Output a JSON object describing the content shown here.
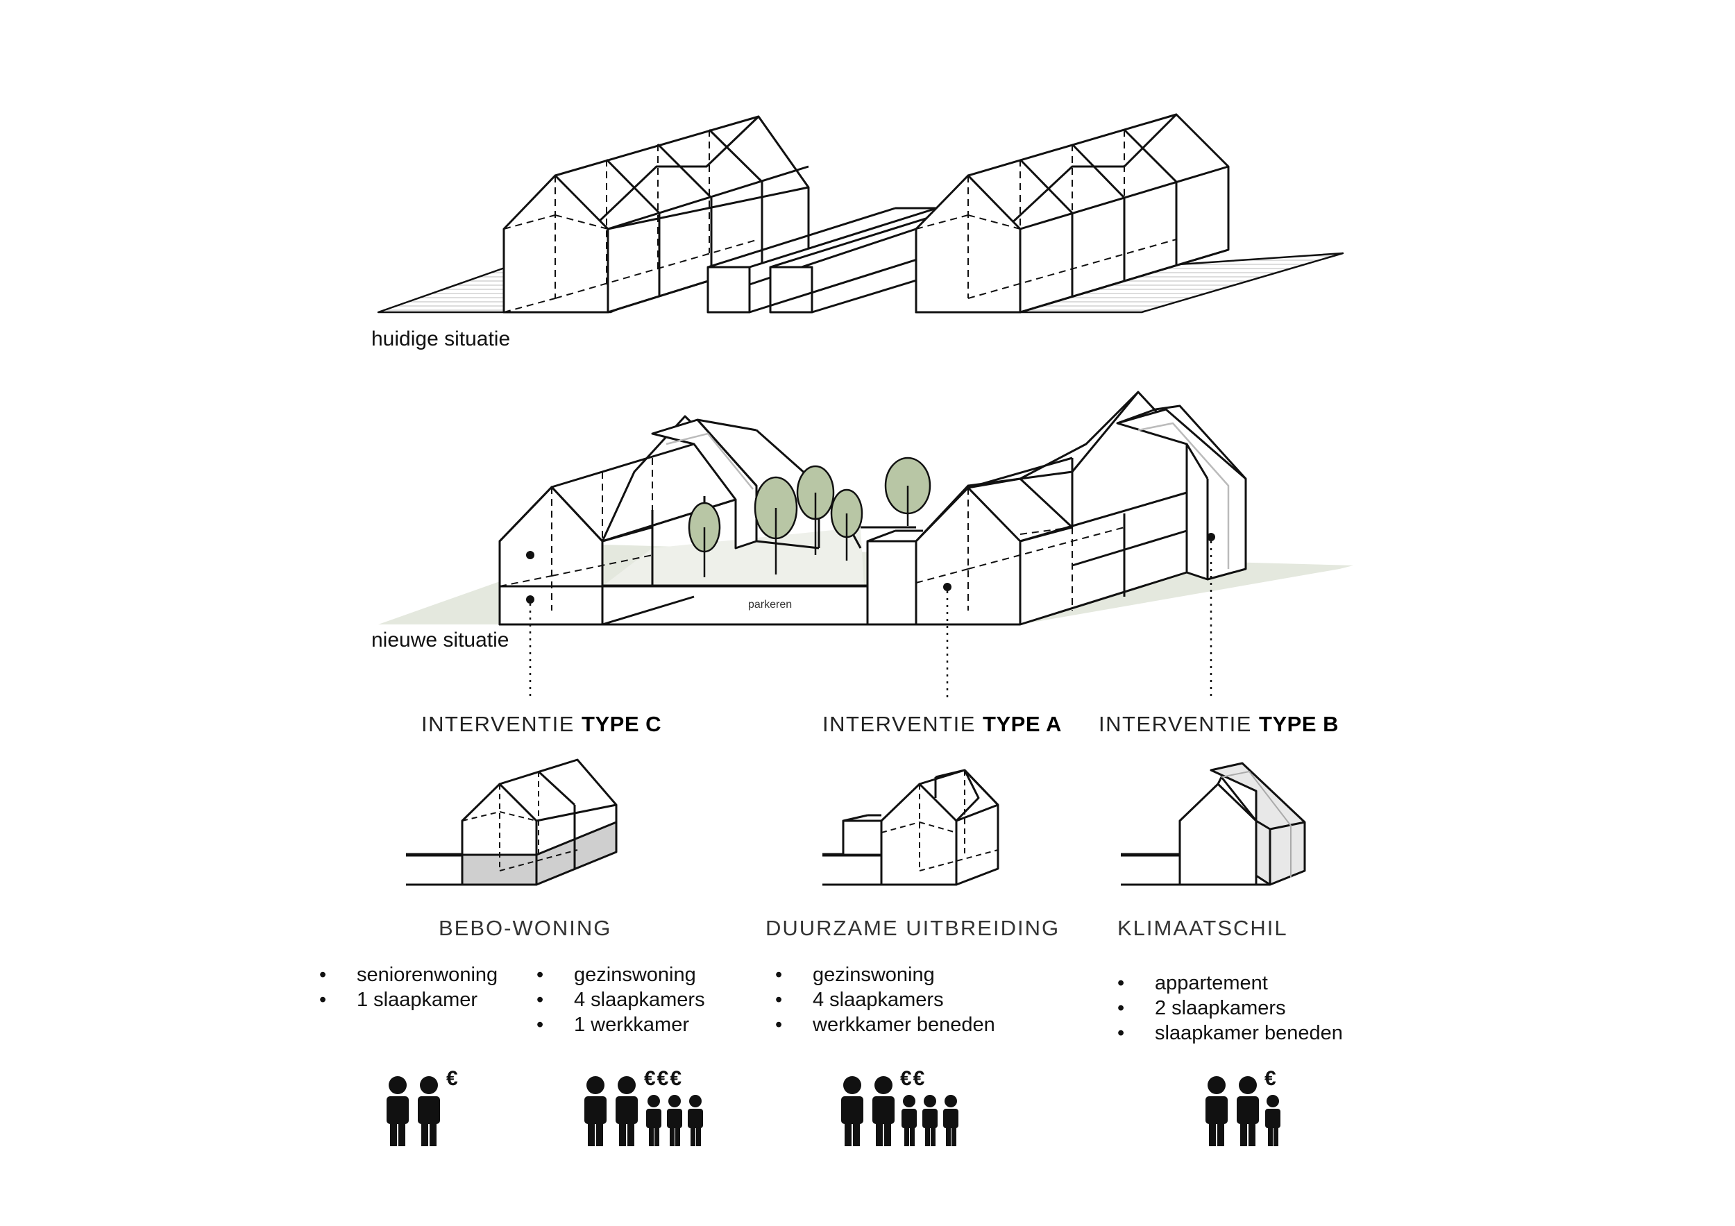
{
  "situations": {
    "current": "huidige situatie",
    "new": "nieuwe situatie",
    "parking": "parkeren"
  },
  "interventions": [
    {
      "prefix": "INTERVENTIE ",
      "type": "TYPE C",
      "title": "BEBO-WONING",
      "lists": [
        [
          "seniorenwoning",
          "1 slaapkamer"
        ],
        [
          "gezinswoning",
          "4 slaapkamers",
          "1 werkkamer"
        ]
      ],
      "households": [
        {
          "adults": 2,
          "children": 0,
          "euros": "€"
        },
        {
          "adults": 2,
          "children": 3,
          "euros": "€€€"
        }
      ]
    },
    {
      "prefix": "INTERVENTIE ",
      "type": "TYPE A",
      "title": "DUURZAME UITBREIDING",
      "lists": [
        [
          "gezinswoning",
          "4 slaapkamers",
          "werkkamer beneden"
        ]
      ],
      "households": [
        {
          "adults": 2,
          "children": 3,
          "euros": "€€"
        }
      ]
    },
    {
      "prefix": "INTERVENTIE ",
      "type": "TYPE B",
      "title": "KLIMAATSCHIL",
      "lists": [
        [
          "appartement",
          "2 slaapkamers",
          "slaapkamer beneden"
        ]
      ],
      "households": [
        {
          "adults": 2,
          "children": 1,
          "euros": "€"
        }
      ]
    }
  ],
  "colors": {
    "line": "#111111",
    "ground_green": "#e4e8de",
    "tree_fill": "#b8c6a5",
    "basement_grey": "#cfcfcf",
    "shell_grey": "#e8e8e8"
  }
}
